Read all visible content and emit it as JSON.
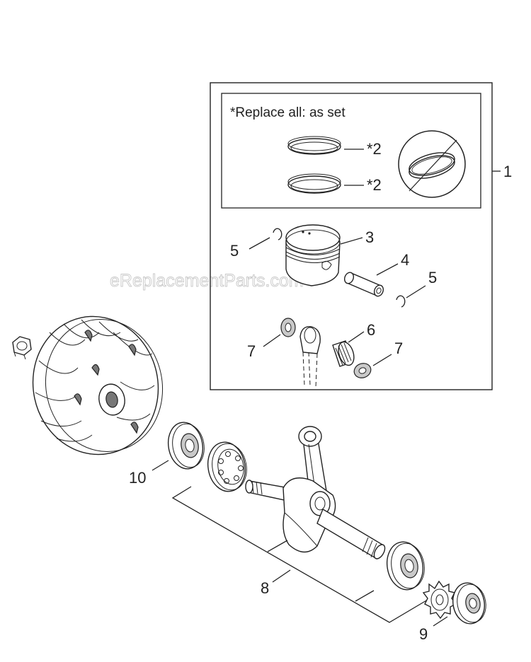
{
  "kit_note": "*Replace all: as set",
  "watermark": "eReplacementParts.com",
  "callouts": {
    "c1": "1",
    "c2a": "*2",
    "c2b": "*2",
    "c3": "3",
    "c4": "4",
    "c5a": "5",
    "c5b": "5",
    "c6": "6",
    "c7a": "7",
    "c7b": "7",
    "c8": "8",
    "c9": "9",
    "c10": "10"
  }
}
